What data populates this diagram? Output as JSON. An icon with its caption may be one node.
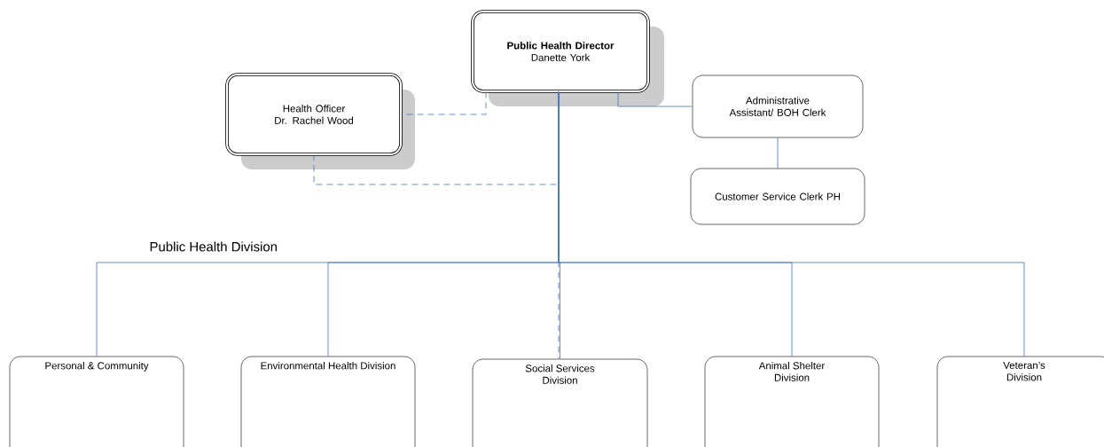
{
  "diagram": {
    "nodes": [
      {
        "text": [
          "Public Health Director",
          "Danette York"
        ]
      },
      {
        "text": [
          "Health Officer",
          "Dr. Rachel Wood"
        ]
      },
      {
        "text": [
          "Administrative Assistant/ BOH Clerk"
        ]
      },
      {
        "text": [
          "Customer Service Clerk PH"
        ]
      },
      {
        "text": [
          "Personal & Community"
        ]
      },
      {
        "text": [
          "Environmental Health Division"
        ]
      },
      {
        "text": [
          "Social Services Division"
        ]
      },
      {
        "text": [
          "Animal Shelter Division"
        ]
      },
      {
        "text": [
          "Veteran’s Division"
        ]
      }
    ],
    "edges": [
      {
        "from": 0,
        "to": 1,
        "arrow": "none",
        "style": "dashed"
      },
      {
        "from": 1,
        "to": 6,
        "arrow": "none",
        "style": "dashed"
      },
      {
        "from": 0,
        "to": 2,
        "arrow": "none"
      },
      {
        "from": 2,
        "to": 3,
        "arrow": "none"
      },
      {
        "from": 0,
        "to": 4,
        "arrow": "none"
      },
      {
        "from": 0,
        "to": 5,
        "arrow": "none"
      },
      {
        "from": 0,
        "to": 6,
        "arrow": "none"
      },
      {
        "from": 0,
        "to": 7,
        "arrow": "none"
      },
      {
        "from": 0,
        "to": 8,
        "arrow": "none"
      }
    ],
    "labels": [
      "Public Health Division"
    ]
  }
}
